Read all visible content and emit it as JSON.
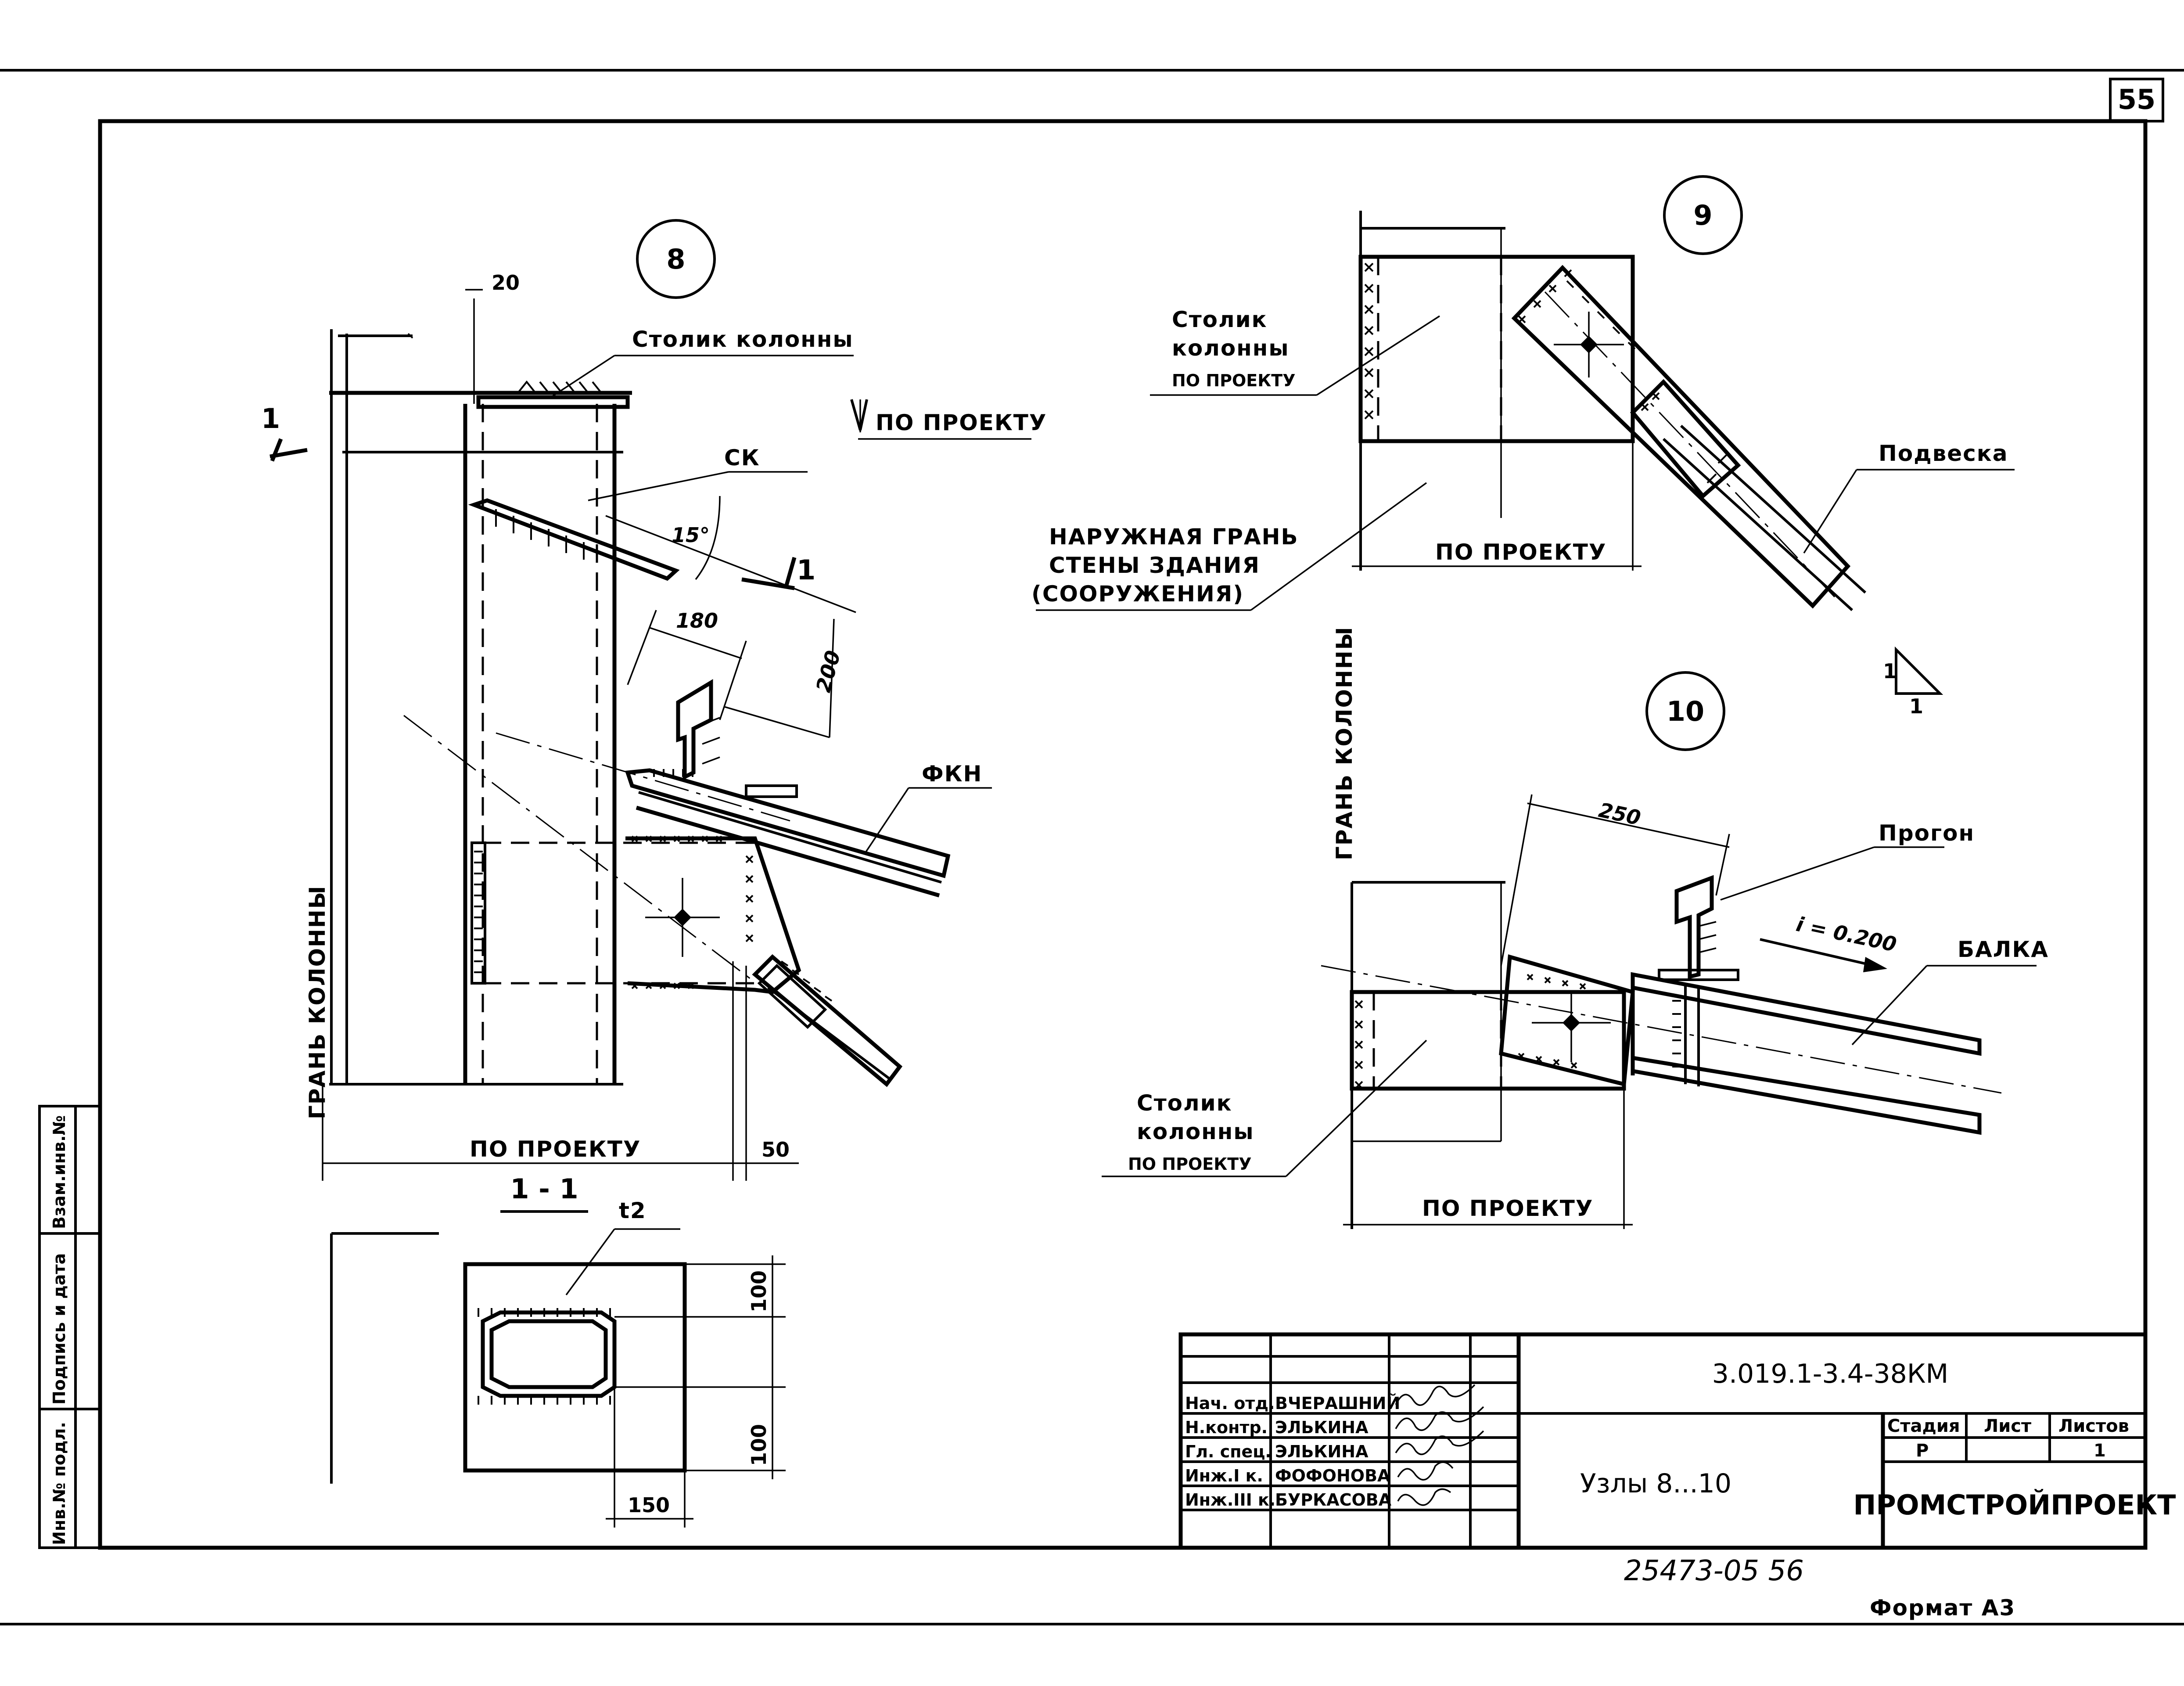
{
  "sheet_number": "55",
  "nodes": {
    "n8": "8",
    "n9": "9",
    "n10": "10"
  },
  "node8": {
    "stolik_label": "Столик колонны",
    "po_proektu_top": "ПО ПРОЕКТУ",
    "ck_label": "СК",
    "angle_label": "15°",
    "section_mark_left": "1",
    "section_mark_right": "1",
    "fkn_label": "ФКН",
    "gran_label": "ГРАНЬ КОЛОННЫ",
    "dim_20": "20",
    "dim_180": "180",
    "dim_200": "200",
    "dim_po_proektu": "ПО ПРОЕКТУ",
    "dim_50": "50"
  },
  "section_1_1": {
    "title": "1 - 1",
    "t2_label": "t2",
    "dim_100_top": "100",
    "dim_100_bottom": "100",
    "dim_150": "150"
  },
  "node9": {
    "stolik_label_1": "Столик",
    "stolik_label_2": "колонны",
    "stolik_label_3": "ПО ПРОЕКТУ",
    "naruzh_1": "НАРУЖНАЯ ГРАНЬ",
    "naruzh_2": "СТЕНЫ ЗДАНИЯ",
    "naruzh_3": "(СООРУЖЕНИЯ)",
    "podveska_label": "Подвеска",
    "dim_po_proektu": "ПО ПРОЕКТУ",
    "slope_v": "1",
    "slope_h": "1"
  },
  "node10": {
    "gran_label": "ГРАНЬ КОЛОННЫ",
    "dim_250": "250",
    "progon_label": "Прогон",
    "slope_label": "i = 0.200",
    "balka_label": "БАЛКА",
    "stolik_label_1": "Столик",
    "stolik_label_2": "колонны",
    "stolik_label_3": "ПО ПРОЕКТУ",
    "dim_po_proektu": "ПО ПРОЕКТУ"
  },
  "side_stamp": {
    "field_1": "Инв.№ подл.",
    "field_2": "Подпись и дата",
    "field_3": "Взам.инв.№"
  },
  "title_block": {
    "doc_code": "3.019.1-3.4-38КМ",
    "roles": [
      "Нач. отд.",
      "Н.контр.",
      "Гл. спец.",
      "Инж.I к.",
      "Инж.III к."
    ],
    "names": [
      "ВЧЕРАШНИЙ",
      "ЭЛЬКИНА",
      "ЭЛЬКИНА",
      "ФОФОНОВА",
      "БУРКАСОВА"
    ],
    "sheet_title": "Узлы 8...10",
    "stage_header": "Стадия",
    "sheet_header": "Лист",
    "sheets_header": "Листов",
    "stage_value": "Р",
    "sheets_value": "1",
    "organization": "ПРОМСТРОЙПРОЕКТ"
  },
  "footer": {
    "inventory_number": "25473-05  56",
    "format_label": "Формат А3"
  }
}
